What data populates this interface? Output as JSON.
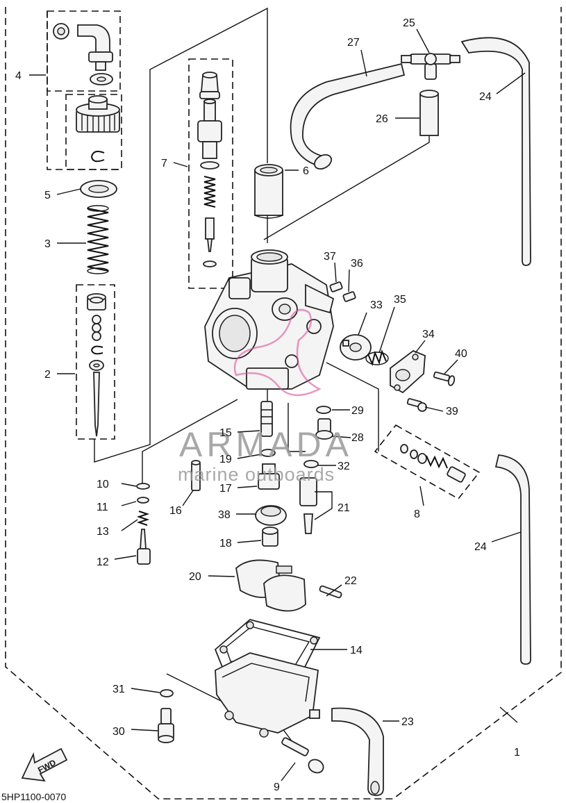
{
  "diagram": {
    "code": "5HP1100-0070",
    "fwd_label": "FWD",
    "watermark": {
      "title": "ARMADA",
      "subtitle": "marine outboards"
    },
    "callouts": [
      "1",
      "2",
      "3",
      "4",
      "5",
      "6",
      "7",
      "8",
      "9",
      "10",
      "11",
      "12",
      "13",
      "14",
      "15",
      "16",
      "17",
      "18",
      "19",
      "20",
      "21",
      "22",
      "23",
      "24",
      "24",
      "25",
      "26",
      "27",
      "28",
      "29",
      "30",
      "31",
      "32",
      "33",
      "34",
      "35",
      "36",
      "37",
      "38",
      "39",
      "40"
    ],
    "colors": {
      "line": "#111111",
      "watermark_gray": "#9a9a9a",
      "watermark_pink": "#d9539a"
    }
  }
}
